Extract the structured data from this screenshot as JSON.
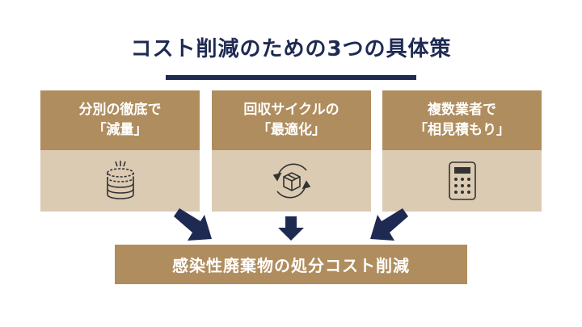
{
  "title": "コスト削減のための3つの具体策",
  "cards": [
    {
      "line1": "分別の徹底で",
      "line2": "「減量」",
      "icon": "coin-stack-icon"
    },
    {
      "line1": "回収サイクルの",
      "line2": "「最適化」",
      "icon": "box-cycle-icon"
    },
    {
      "line1": "複数業者で",
      "line2": "「相見積もり」",
      "icon": "calculator-icon"
    }
  ],
  "result": "感染性廃棄物の処分コスト削減",
  "colors": {
    "navy": "#1e2a52",
    "gold": "#b08d5e",
    "beige": "#dccbb3"
  }
}
